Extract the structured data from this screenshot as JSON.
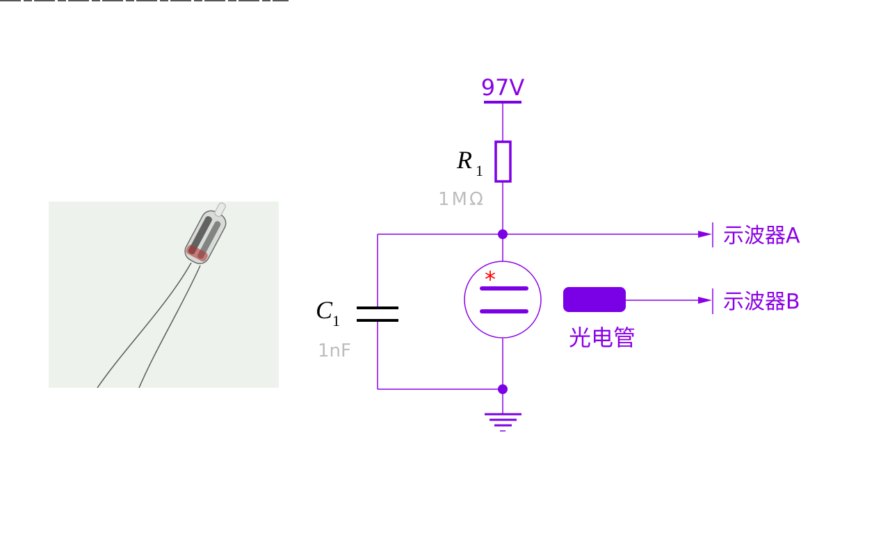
{
  "colors": {
    "wire": "#8a00e6",
    "symbol": "#7a00e6",
    "text_purple": "#8a00e6",
    "value_gray": "#bdbdbd",
    "capacitor": "#000000",
    "marker": "#ff0000",
    "photo_bg": "#eef2ec"
  },
  "supply": {
    "label": "97V"
  },
  "resistor": {
    "name": "R",
    "subscript": "1",
    "value": "1MΩ"
  },
  "capacitor": {
    "name": "C",
    "subscript": "1",
    "value": "1nF"
  },
  "lamp": {
    "marker": "*"
  },
  "photocell": {
    "label": "光电管"
  },
  "outputs": {
    "a": {
      "label": "示波器A"
    },
    "b": {
      "label": "示波器B"
    }
  },
  "photo": {
    "subject": "neon-bulb"
  }
}
